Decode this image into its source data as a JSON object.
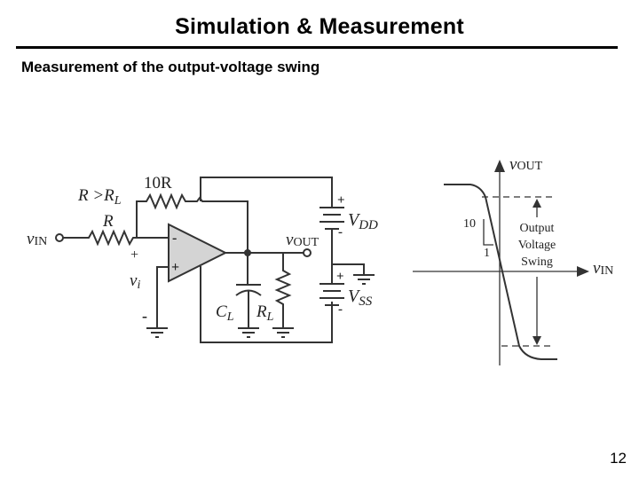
{
  "slide": {
    "title": "Simulation & Measurement",
    "subtitle": "Measurement of the output-voltage swing",
    "page_number": "12"
  },
  "circuit": {
    "input_label_main": "v",
    "input_label_sub": "IN",
    "condition_label_main": "R >R",
    "condition_label_sub": "L",
    "feedback_resistor_label": "10R",
    "input_resistor_label": "R",
    "vi_label_main": "v",
    "vi_label_sub": "i",
    "vi_plus": "+",
    "vi_minus": "-",
    "opamp_minus": "-",
    "opamp_plus": "+",
    "output_label_main": "v",
    "output_label_sub": "OUT",
    "load_cap_main": "C",
    "load_cap_sub": "L",
    "load_res_main": "R",
    "load_res_sub": "L",
    "vdd_main": "V",
    "vdd_sub": "DD",
    "vss_main": "V",
    "vss_sub": "SS",
    "battery_plus": "+",
    "battery_minus": "-"
  },
  "transfer_curve": {
    "y_axis_main": "v",
    "y_axis_sub": "OUT",
    "x_axis_main": "v",
    "x_axis_sub": "IN",
    "slope_rise": "10",
    "slope_run": "1",
    "swing_label_line1": "Output",
    "swing_label_line2": "Voltage",
    "swing_label_line3": "Swing",
    "gain": -10
  }
}
